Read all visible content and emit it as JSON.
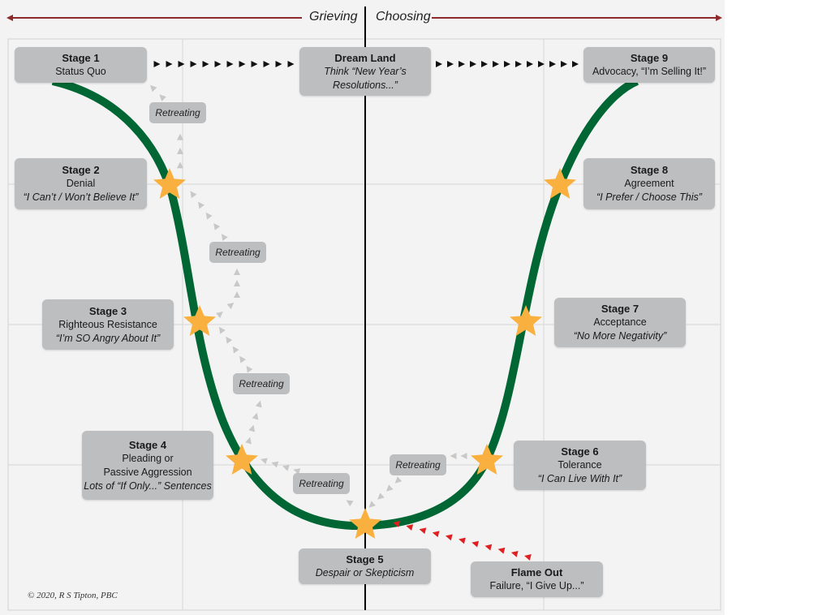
{
  "header": {
    "left_label": "Grieving",
    "right_label": "Choosing"
  },
  "colors": {
    "curve": "#006633",
    "star": "#f9b03f",
    "box": "#bdbec0",
    "axis_arrow": "#8b2a2a",
    "flame_arrow": "#e02020",
    "retreat_arrow": "#c8c8c8",
    "forward_arrow": "#111111"
  },
  "stages": [
    {
      "title": "Stage 1",
      "lines": [
        "Status Quo"
      ],
      "italic": []
    },
    {
      "title": "Stage 2",
      "lines": [
        "Denial"
      ],
      "italic": [
        "“I Can’t / Won’t Believe It”"
      ]
    },
    {
      "title": "Stage 3",
      "lines": [
        "Righteous Resistance"
      ],
      "italic": [
        "“I’m SO Angry About It”"
      ]
    },
    {
      "title": "Stage 4",
      "lines": [
        "Pleading or",
        "Passive Aggression"
      ],
      "italic": [
        "Lots of “If Only...” Sentences"
      ]
    },
    {
      "title": "Stage 5",
      "lines": [],
      "italic": [
        "Despair or Skepticism"
      ]
    },
    {
      "title": "Stage 6",
      "lines": [
        "Tolerance"
      ],
      "italic": [
        "“I Can Live With It”"
      ]
    },
    {
      "title": "Stage 7",
      "lines": [
        "Acceptance"
      ],
      "italic": [
        "“No More Negativity”"
      ]
    },
    {
      "title": "Stage 8",
      "lines": [
        "Agreement"
      ],
      "italic": [
        "“I Prefer / Choose This”"
      ]
    },
    {
      "title": "Stage 9",
      "lines": [
        "Advocacy, “I’m Selling It!”"
      ],
      "italic": []
    }
  ],
  "dream_land": {
    "title": "Dream Land",
    "italic": [
      "Think “New Year’s",
      "Resolutions...”"
    ]
  },
  "flame_out": {
    "title": "Flame Out",
    "lines": [
      "Failure, “I Give Up...”"
    ]
  },
  "retreating_label": "Retreating",
  "copyright": "© 2020, R S Tipton, PBC"
}
